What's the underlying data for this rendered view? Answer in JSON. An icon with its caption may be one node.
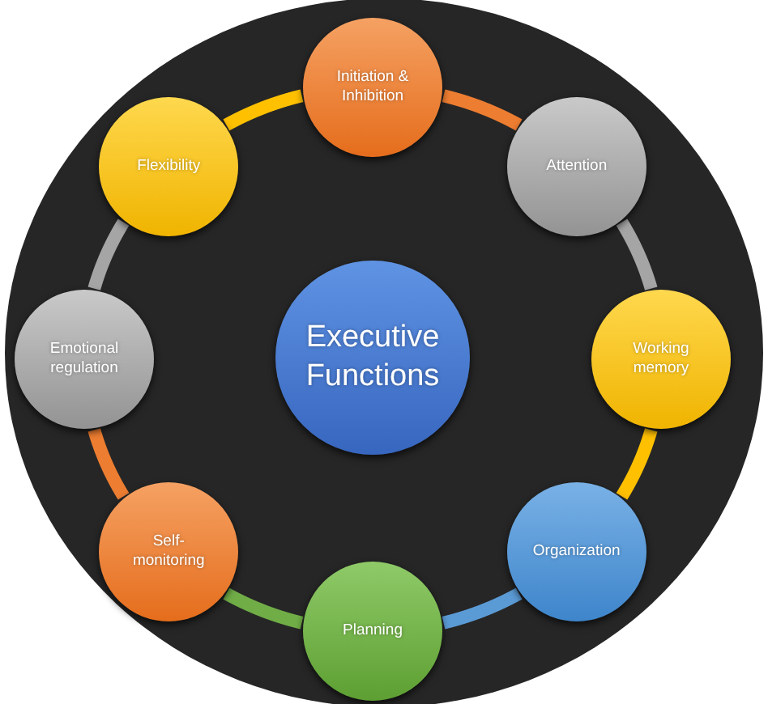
{
  "diagram": {
    "nodes": [
      {
        "text": [
          "Executive Functions"
        ]
      },
      {
        "text": [
          "Initiation & Inhibition"
        ]
      },
      {
        "text": [
          "Attention"
        ]
      },
      {
        "text": [
          "Working memory"
        ]
      },
      {
        "text": [
          "Organization"
        ]
      },
      {
        "text": [
          "Planning"
        ]
      },
      {
        "text": [
          "Self-monitoring"
        ]
      },
      {
        "text": [
          "Emotional regulation"
        ]
      },
      {
        "text": [
          "Flexibility"
        ]
      }
    ],
    "edges": [
      {
        "from": 1,
        "to": 2,
        "arrow": "none",
        "color": "#ed7d31"
      },
      {
        "from": 2,
        "to": 3,
        "arrow": "none",
        "color": "#a5a5a5"
      },
      {
        "from": 3,
        "to": 4,
        "arrow": "none",
        "color": "#ffc000"
      },
      {
        "from": 4,
        "to": 5,
        "arrow": "none",
        "color": "#5b9bd5"
      },
      {
        "from": 5,
        "to": 6,
        "arrow": "none",
        "color": "#70ad47"
      },
      {
        "from": 6,
        "to": 7,
        "arrow": "none",
        "color": "#ed7d31"
      },
      {
        "from": 7,
        "to": 8,
        "arrow": "none",
        "color": "#a5a5a5"
      },
      {
        "from": 8,
        "to": 1,
        "arrow": "none",
        "color": "#ffc000"
      }
    ]
  }
}
